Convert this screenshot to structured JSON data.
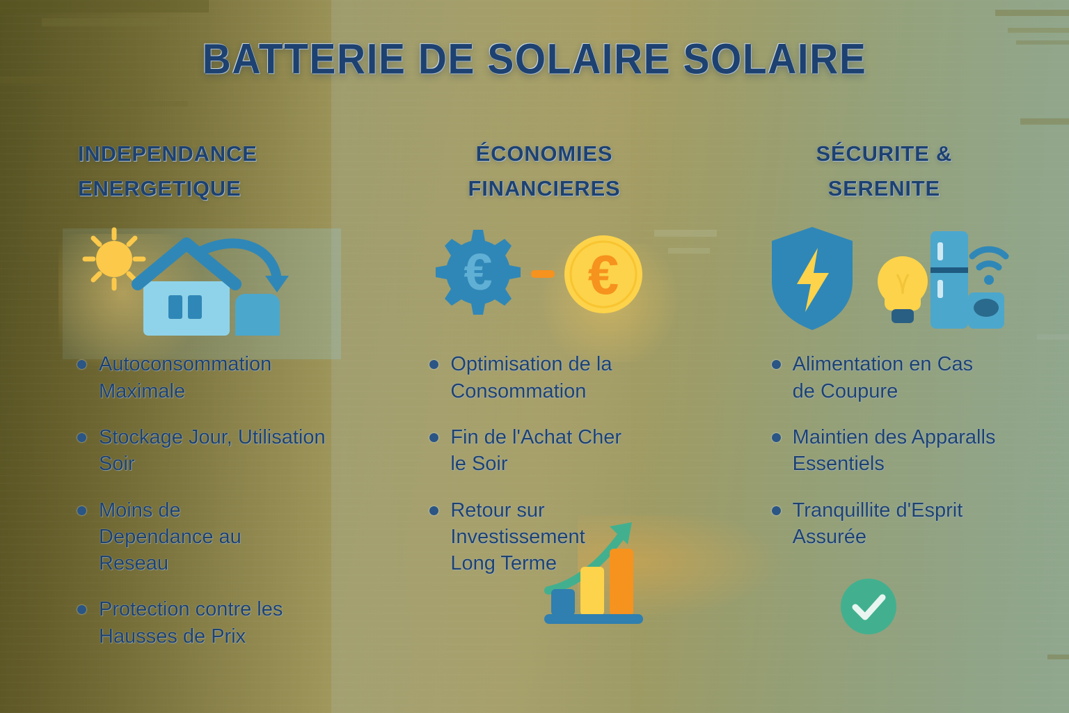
{
  "title": "BATTERIE DE SOLAIRE SOLAIRE",
  "colors": {
    "heading_blue": "#1d4170",
    "bullet_blue": "#2a5584",
    "icon_blue": "#2f87b7",
    "icon_light_blue": "#8fd3ea",
    "icon_yellow": "#fcd34a",
    "icon_orange": "#f6921e",
    "accent_green": "#42b08f",
    "background_olive": "#9a9257"
  },
  "columns": [
    {
      "heading": "INDEPENDANCE\nENERGETIQUE",
      "heading_line1": "INDEPENDANCE",
      "heading_line2": "ENERGETIQUE",
      "icon_group": [
        "sun-icon",
        "house-icon",
        "curved-arrow-icon",
        "battery-icon"
      ],
      "bullets": [
        "Autoconsommation Maximale",
        "Stockage Jour, Utilisation Soir",
        "Moins de Dependance au Reseau",
        "Protection contre les Hausses de Prix"
      ]
    },
    {
      "heading": "ÉCONOMIES\nFINANCIERES",
      "heading_line1": "ÉCONOMIES",
      "heading_line2": "FINANCIERES",
      "icon_group": [
        "gear-euro-icon",
        "dash-icon",
        "coin-euro-icon"
      ],
      "bullets": [
        "Optimisation de la Consommation",
        "Fin de l'Achat Cher le Soir",
        "Retour sur Investissement Long Terme"
      ]
    },
    {
      "heading": "SÉCURITE &\nSERENITE",
      "heading_line1": "SÉCURITE &",
      "heading_line2": "SERENITE",
      "icon_group": [
        "shield-bolt-icon",
        "lightbulb-icon",
        "refrigerator-icon",
        "wifi-icon"
      ],
      "bullets": [
        "Alimentation en Cas de Coupure",
        "Maintien des Apparalls Essentiels",
        "Tranquillite d'Esprit Assurée"
      ]
    }
  ],
  "decorations": {
    "bar_chart": {
      "type": "bar",
      "bars": [
        {
          "label": "",
          "value": 26,
          "color": "#2f7fb0"
        },
        {
          "label": "",
          "value": 62,
          "color": "#fcd34a"
        },
        {
          "label": "",
          "value": 92,
          "color": "#f6921e"
        }
      ],
      "trend_arrow": "up-right",
      "arrow_color": "#42b08f",
      "baseline_color": "#2f7fb0"
    },
    "check_badge": {
      "icon": "check-circle-icon",
      "color": "#42b08f"
    }
  }
}
